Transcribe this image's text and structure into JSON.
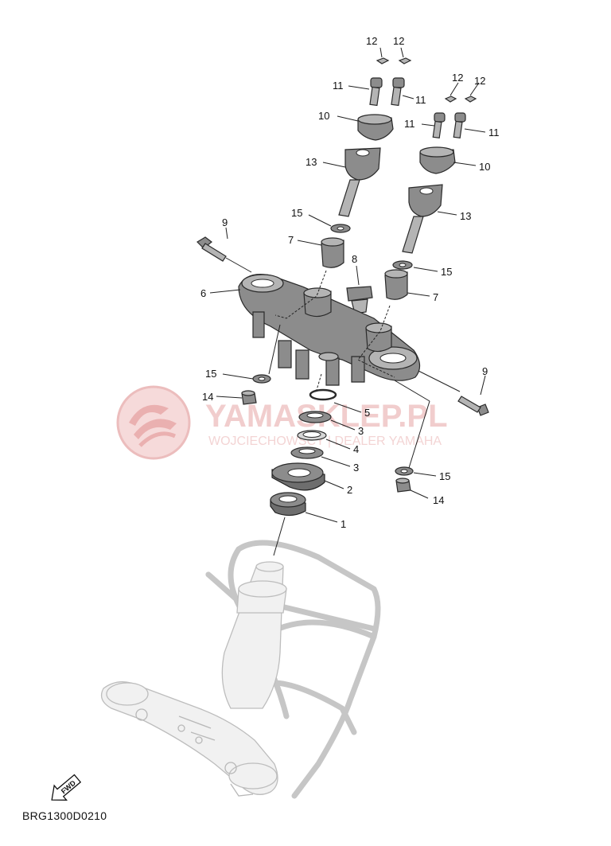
{
  "watermark": {
    "title": "YAMASKLEP.PL",
    "subtitle": "WOJCIECHOWSCY | DEALER YAMAHA",
    "color": "#f0c8c8"
  },
  "fwd_label": "FWD",
  "diagram_code": "BRG1300D0210",
  "callouts": {
    "c12a": "12",
    "c12b": "12",
    "c12c": "12",
    "c12d": "12",
    "c11a": "11",
    "c11b": "11",
    "c11c": "11",
    "c11d": "11",
    "c10a": "10",
    "c10b": "10",
    "c13a": "13",
    "c13b": "13",
    "c15a": "15",
    "c15b": "15",
    "c15c": "15",
    "c15d": "15",
    "c9a": "9",
    "c9b": "9",
    "c7a": "7",
    "c7b": "7",
    "c8": "8",
    "c6": "6",
    "c14a": "14",
    "c14b": "14",
    "c5": "5",
    "c3a": "3",
    "c3b": "3",
    "c4": "4",
    "c2": "2",
    "c1": "1"
  }
}
